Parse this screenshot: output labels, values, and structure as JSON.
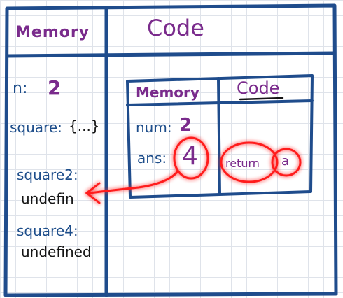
{
  "colors": {
    "frame": "#1f4c8c",
    "heading": "#7a2b8c",
    "variable": "#1d4d8a",
    "value": "#7a2b8c",
    "highlight": "#ff1f1f",
    "grid": "#dfe3ea"
  },
  "outer": {
    "memory_header": "Memory",
    "code_header": "Code",
    "memory": {
      "n_label": "n:",
      "n_value": "2",
      "square_label": "square:",
      "square_value": "{...}",
      "square2_label": "square2:",
      "square2_value": "undefin",
      "square4_label": "square4:",
      "square4_value": "undefined"
    }
  },
  "inner": {
    "memory_header": "Memory",
    "code_header": "Code",
    "num_label": "num:",
    "num_value": "2",
    "ans_label": "ans:",
    "ans_value": "4",
    "code_line": "return",
    "code_arg": "a"
  }
}
